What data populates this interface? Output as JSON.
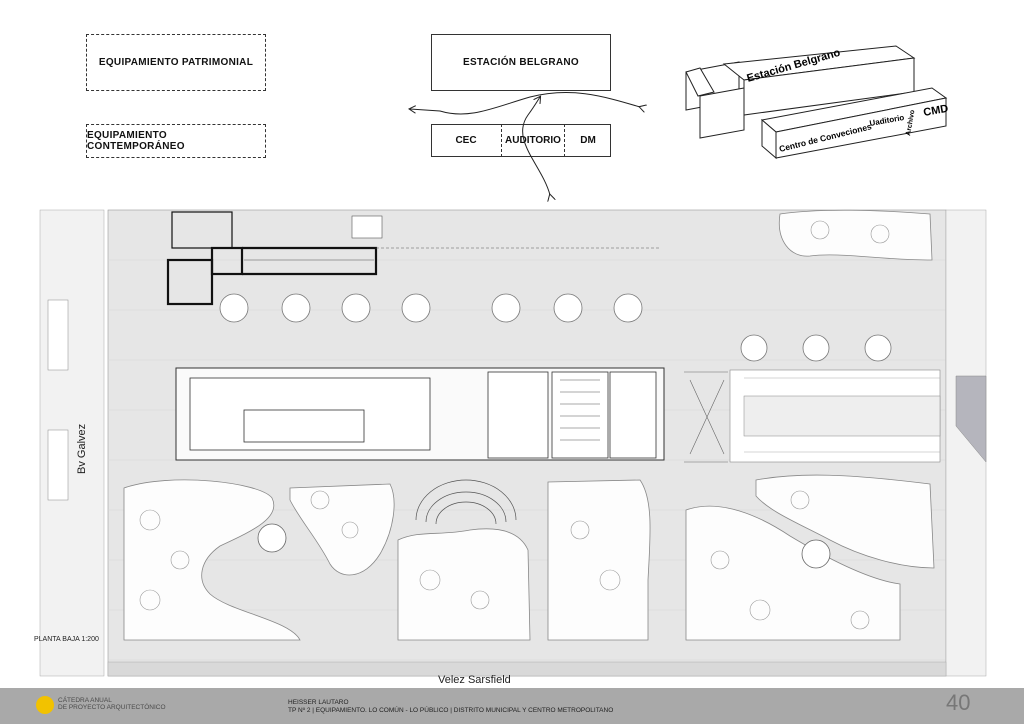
{
  "diagram": {
    "boxes": {
      "patrimonial": "EQUIPAMIENTO PATRIMONIAL",
      "contemporaneo": "EQUIPAMIENTO CONTEMPORÁNEO",
      "estacion": "ESTACIÓN BELGRANO",
      "cec": "CEC",
      "auditorio": "AUDITORIO",
      "dm": "DM"
    },
    "axonometric": {
      "estacion_label": "Estación Belgrano",
      "convenciones_label": "Centro de Conveciones",
      "auditorio_label": "Uaditorio",
      "archivo_label": "Archivo",
      "cmd_label": "CMD"
    }
  },
  "plan": {
    "street_left": "Bv Galvez",
    "street_bottom": "Velez Sarsfield",
    "scale": "PLANTA BAJA 1:200"
  },
  "footer": {
    "school_line1": "CÁTEDRA ANUAL",
    "school_line2": "DE PROYECTO ARQUITECTÓNICO",
    "author": "HEISSER LAUTARO",
    "project": "TP Nº 2 | EQUIPAMIENTO. LO COMÚN - LO PÚBLICO | DISTRITO MUNICIPAL Y CENTRO METROPOLITANO",
    "anniversary": "40"
  },
  "colors": {
    "footer_bg": "#a9a9a9",
    "plan_fill": "#e6e6e6",
    "logo_yellow": "#f2c200"
  }
}
